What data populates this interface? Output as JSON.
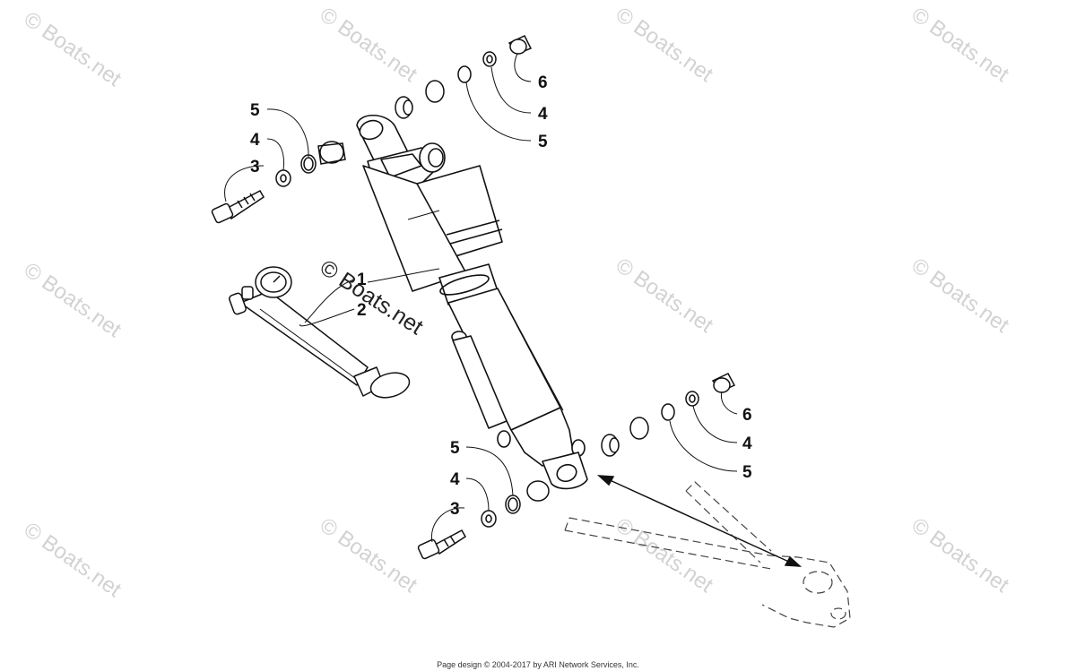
{
  "watermark_text": "© Boats.net",
  "center_watermark_text": "© Boats.net",
  "callouts": {
    "top_left_5": "5",
    "top_left_4": "4",
    "top_left_3": "3",
    "top_right_6": "6",
    "top_right_4": "4",
    "top_right_5": "5",
    "shock_1": "1",
    "shock_2": "2",
    "bottom_left_5": "5",
    "bottom_left_4": "4",
    "bottom_left_3": "3",
    "bottom_right_6": "6",
    "bottom_right_4": "4",
    "bottom_right_5": "5"
  },
  "footer_text": "Page design © 2004-2017 by ARI Network Services, Inc.",
  "colors": {
    "line": "#111111",
    "watermark": "#d2d2d2",
    "background": "#ffffff"
  }
}
